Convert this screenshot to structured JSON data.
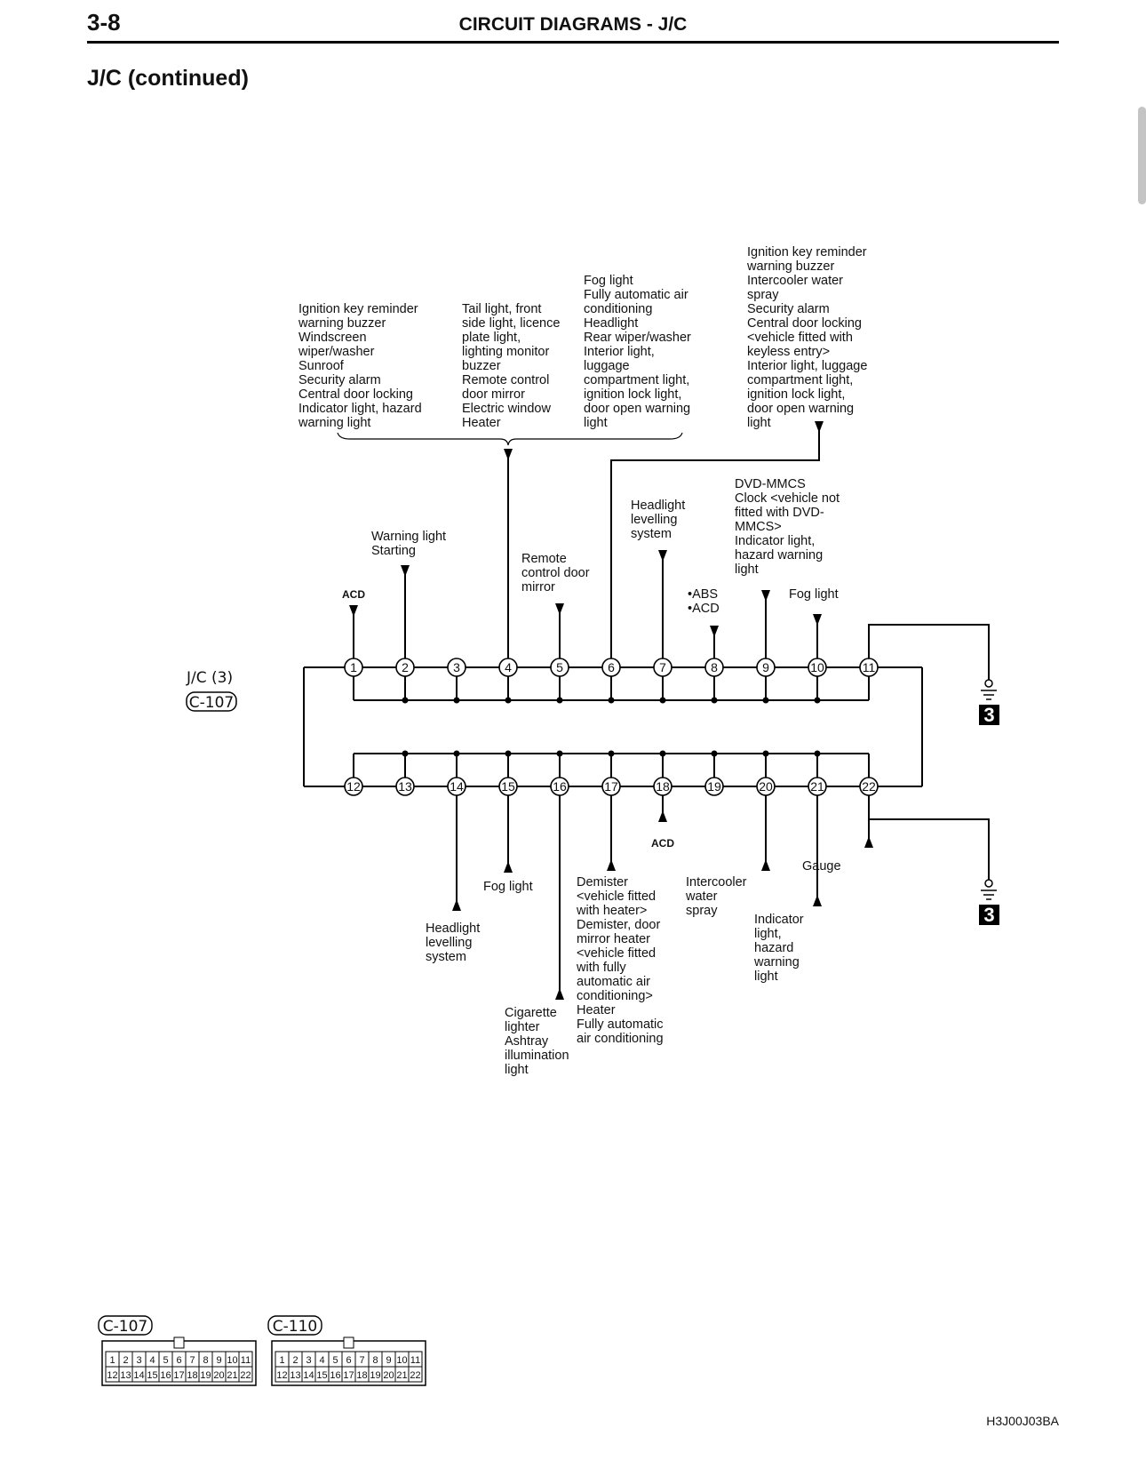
{
  "header": {
    "page_number": "3-8",
    "title": "CIRCUIT DIAGRAMS - J/C"
  },
  "section_title": "J/C (continued)",
  "footer_code": "H3J00J03BA",
  "junction": {
    "label": "J/C (3)",
    "connector": "C-107"
  },
  "pins_top": [
    "1",
    "2",
    "3",
    "4",
    "5",
    "6",
    "7",
    "8",
    "9",
    "10",
    "11"
  ],
  "pins_bottom": [
    "12",
    "13",
    "14",
    "15",
    "16",
    "17",
    "18",
    "19",
    "20",
    "21",
    "22"
  ],
  "ground_marker": "3",
  "labels": {
    "acd": "ACD",
    "group_left": [
      "Ignition key reminder",
      "warning buzzer",
      "Windscreen",
      "wiper/washer",
      "Sunroof",
      "Security alarm",
      "Central door locking",
      "Indicator light, hazard",
      "warning light"
    ],
    "group_mid": [
      "Tail light, front",
      "side light, licence",
      "plate light,",
      "lighting monitor",
      "buzzer",
      "Remote control",
      "door mirror",
      "Electric window",
      "Heater"
    ],
    "group_right": [
      "Fog light",
      "Fully automatic air",
      "conditioning",
      "Headlight",
      "Rear wiper/washer",
      "Interior light,",
      "luggage",
      "compartment light,",
      "ignition lock light,",
      "door open warning",
      "light"
    ],
    "pin11": [
      "Ignition key reminder",
      "warning buzzer",
      "Intercooler water",
      "spray",
      "Security alarm",
      "Central door locking",
      "<vehicle fitted with",
      "keyless entry>",
      "Interior light, luggage",
      "compartment light,",
      "ignition lock light,",
      "door open warning",
      "light"
    ],
    "pin2": [
      "Warning light",
      "Starting"
    ],
    "pin5": [
      "Remote",
      "control door",
      "mirror"
    ],
    "pin7": [
      "Headlight",
      "levelling",
      "system"
    ],
    "pin8": [
      "•ABS",
      "•ACD"
    ],
    "pin9": [
      "DVD-MMCS",
      "Clock <vehicle not",
      "fitted with DVD-",
      "MMCS>",
      "Indicator light,",
      "hazard warning",
      "light"
    ],
    "pin10": [
      "Fog light"
    ],
    "pin14": [
      "Headlight",
      "levelling",
      "system"
    ],
    "pin15": [
      "Fog light"
    ],
    "pin16": [
      "Cigarette",
      "lighter",
      "Ashtray",
      "illumination",
      "light"
    ],
    "pin17": [
      "Demister",
      "<vehicle fitted",
      "with heater>",
      "Demister, door",
      "mirror heater",
      "<vehicle fitted",
      "with fully",
      "automatic air",
      "conditioning>",
      "Heater",
      "Fully automatic",
      "air conditioning"
    ],
    "pin19": [
      "Intercooler",
      "water",
      "spray"
    ],
    "pin20": [
      "Indicator",
      "light,",
      "hazard",
      "warning",
      "light"
    ],
    "pin21": [
      "Gauge"
    ]
  },
  "connectors": [
    {
      "name": "C-107",
      "top_row": [
        "1",
        "2",
        "3",
        "4",
        "5",
        "6",
        "7",
        "8",
        "9",
        "10",
        "11"
      ],
      "bottom_row": [
        "12",
        "13",
        "14",
        "15",
        "16",
        "17",
        "18",
        "19",
        "20",
        "21",
        "22"
      ]
    },
    {
      "name": "C-110",
      "top_row": [
        "1",
        "2",
        "3",
        "4",
        "5",
        "6",
        "7",
        "8",
        "9",
        "10",
        "11"
      ],
      "bottom_row": [
        "12",
        "13",
        "14",
        "15",
        "16",
        "17",
        "18",
        "19",
        "20",
        "21",
        "22"
      ]
    }
  ]
}
